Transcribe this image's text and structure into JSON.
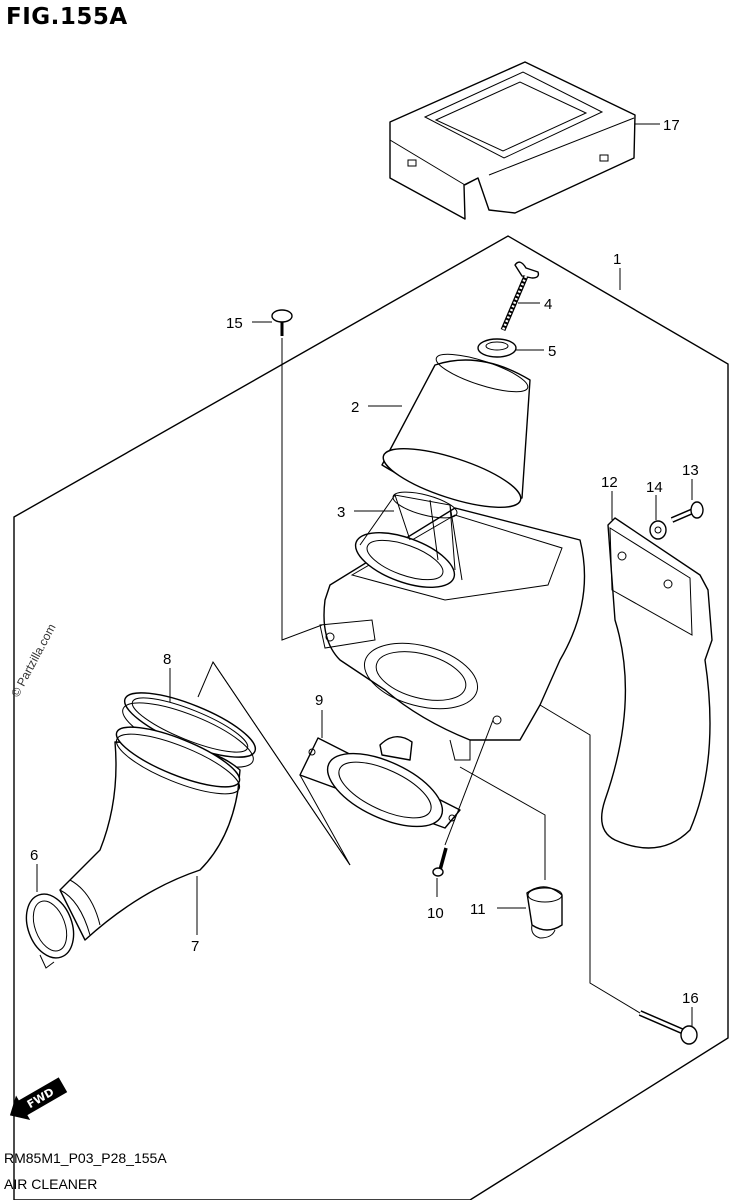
{
  "figure": {
    "title": "FIG.155A",
    "code": "RM85M1_P03_P28_155A",
    "caption": "AIR CLEANER",
    "watermark": "© Partzilla.com",
    "direction_label": "FWD"
  },
  "callouts": [
    {
      "id": "c17",
      "number": "17",
      "part": "cover"
    },
    {
      "id": "c1",
      "number": "1",
      "part": "air-cleaner-assembly"
    },
    {
      "id": "c4",
      "number": "4",
      "part": "wing-bolt"
    },
    {
      "id": "c15",
      "number": "15",
      "part": "screw"
    },
    {
      "id": "c5",
      "number": "5",
      "part": "washer"
    },
    {
      "id": "c2",
      "number": "2",
      "part": "filter-element"
    },
    {
      "id": "c13",
      "number": "13",
      "part": "bolt"
    },
    {
      "id": "c12",
      "number": "12",
      "part": "guard-plate"
    },
    {
      "id": "c14",
      "number": "14",
      "part": "washer"
    },
    {
      "id": "c3",
      "number": "3",
      "part": "filter-cage"
    },
    {
      "id": "c8",
      "number": "8",
      "part": "clamp"
    },
    {
      "id": "c9",
      "number": "9",
      "part": "joint-flange"
    },
    {
      "id": "c6",
      "number": "6",
      "part": "clamp"
    },
    {
      "id": "c10",
      "number": "10",
      "part": "screw"
    },
    {
      "id": "c11",
      "number": "11",
      "part": "drain-cap"
    },
    {
      "id": "c7",
      "number": "7",
      "part": "outlet-tube"
    },
    {
      "id": "c16",
      "number": "16",
      "part": "bolt"
    }
  ]
}
